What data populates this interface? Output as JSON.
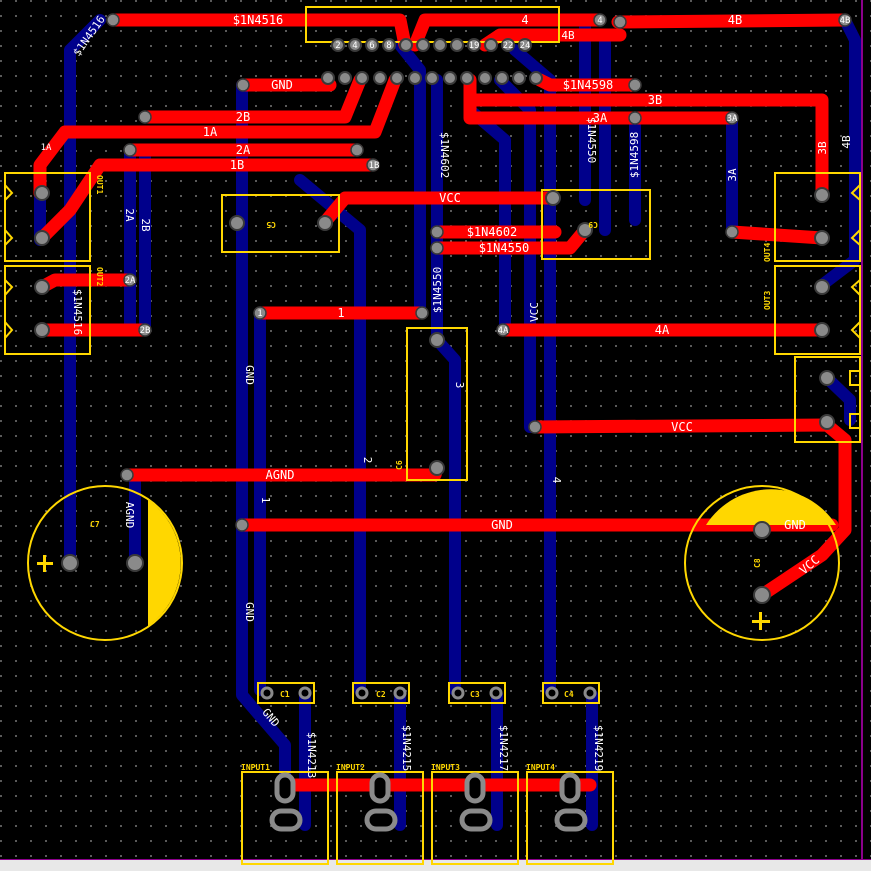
{
  "colors": {
    "background": "#000000",
    "top_copper": "#ff0000",
    "bottom_copper": "#00008b",
    "silkscreen": "#ffd700",
    "board_edge": "#8b008b",
    "pad": "#7f7f7f",
    "label": "#ffffff"
  },
  "components": {
    "out1": "OUT1",
    "out2": "OUT2",
    "out3": "OUT3",
    "out4": "OUT4",
    "c5": "C5",
    "c9": "C9",
    "c6": "C6",
    "c7": "C7",
    "c8": "C8",
    "c1": "C1",
    "c2": "C2",
    "c3": "C3",
    "c4": "C4",
    "input1": "INPUT1",
    "input2": "INPUT2",
    "input3": "INPUT3",
    "input4": "INPUT4"
  },
  "top_nets": {
    "n1n4516": "$1N4516",
    "n4_top": "4",
    "n4b_top": "4B",
    "n4b_r": "4B",
    "gnd_hdr": "GND",
    "n1n4598": "$1N4598",
    "n2b": "2B",
    "n1a": "1A",
    "n2a": "2A",
    "n1b": "1B",
    "n3b": "3B",
    "n3a": "3A",
    "vcc_top": "VCC",
    "n1n4602": "$1N4602",
    "n1n4550": "$1N4550",
    "n1_mid": "1",
    "n4a": "4A",
    "vcc_right": "VCC",
    "agnd": "AGND",
    "gnd_long": "GND",
    "gnd_c8": "GND",
    "vcc_c8": "VCC"
  },
  "bottom_nets": {
    "n1n4516_l": "$1N4516",
    "n1n4516_l2": "$1N4516",
    "gnd_col": "GND",
    "gnd_col2": "GND",
    "n1n4602_v": "$1N4602",
    "n1n4550_v": "$1N4550",
    "n1n4598_v": "$1N4598",
    "n1n4550_r": "$1N4550",
    "v2": "2",
    "v1": "1",
    "v3": "3",
    "v4": "4",
    "vcc_v": "VCC",
    "n3a_v": "3A",
    "n4b_v": "4B",
    "n3b_v": "3B",
    "n2a_v": "2A",
    "n2b_v": "2B",
    "agnd_v": "AGND",
    "gnd_in": "GND",
    "n1n4213": "$1N4213",
    "n1n4215": "$1N4215",
    "n1n4217": "$1N4217",
    "n1n4219": "$1N4219"
  },
  "pads": {
    "p2": "2",
    "p4": "4",
    "p6": "6",
    "p8": "8",
    "p19": "19",
    "p22": "22",
    "p24": "24",
    "p1": "1",
    "p2a": "2A",
    "p2b": "2B",
    "p1a": "1A",
    "p1b": "1B",
    "p3a": "3A",
    "p4a": "4A",
    "p4b": "4B",
    "p4x": "4"
  }
}
